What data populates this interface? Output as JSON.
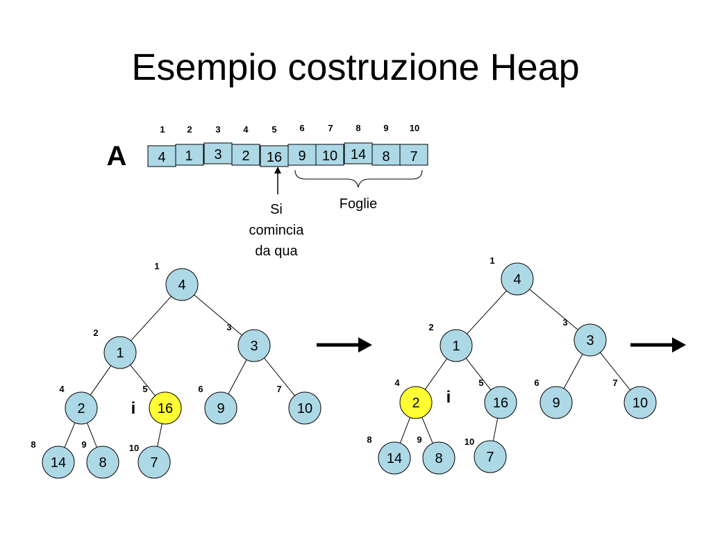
{
  "title": "Esempio costruzione Heap",
  "array": {
    "name": "A",
    "indices": [
      "1",
      "2",
      "3",
      "4",
      "5",
      "6",
      "7",
      "8",
      "9",
      "10"
    ],
    "values": [
      "4",
      "1",
      "3",
      "2",
      "16",
      "9",
      "10",
      "14",
      "8",
      "7"
    ],
    "start_label": [
      "Si",
      "comincia",
      "da qua"
    ],
    "leaves_label": "Foglie"
  },
  "trees": [
    {
      "values": [
        "4",
        "1",
        "3",
        "2",
        "16",
        "9",
        "10",
        "14",
        "8",
        "7"
      ],
      "indices": [
        "1",
        "2",
        "3",
        "4",
        "5",
        "6",
        "7",
        "8",
        "9",
        "10"
      ],
      "highlight_index": 5,
      "cursor_label": "i"
    },
    {
      "values": [
        "4",
        "1",
        "3",
        "2",
        "16",
        "9",
        "10",
        "14",
        "8",
        "7"
      ],
      "indices": [
        "1",
        "2",
        "3",
        "4",
        "5",
        "6",
        "7",
        "8",
        "9",
        "10"
      ],
      "highlight_index": 4,
      "cursor_label": "i"
    }
  ],
  "colors": {
    "node_fill": "#add8e6",
    "cell_fill": "#add8e6",
    "highlight_fill": "#ffff33",
    "stroke": "#000000"
  }
}
